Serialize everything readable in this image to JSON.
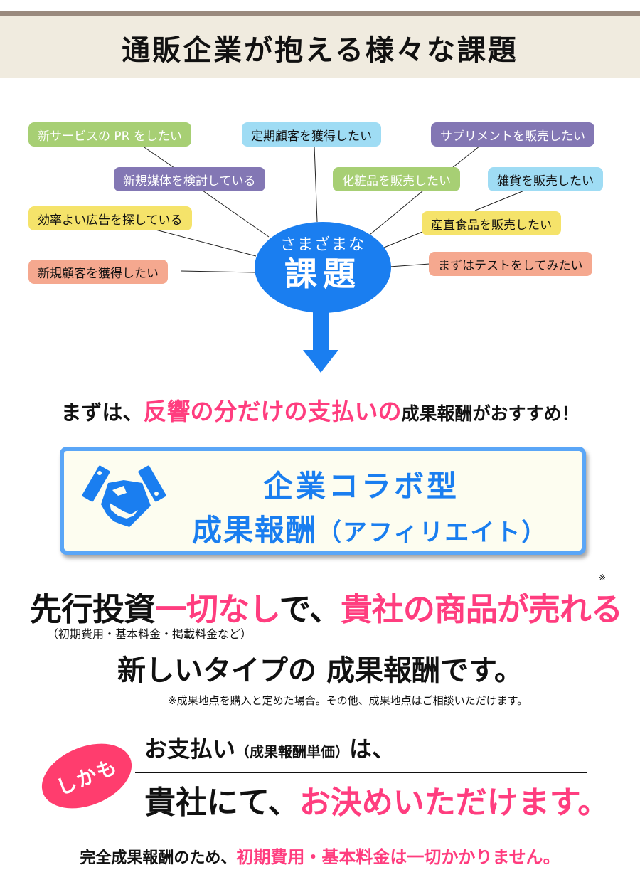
{
  "header": {
    "title": "通販企業が抱える様々な課題"
  },
  "issues": [
    {
      "label": "新サービスの PR をしたい",
      "color": "green"
    },
    {
      "label": "定期顧客を獲得したい",
      "color": "blue"
    },
    {
      "label": "サプリメントを販売したい",
      "color": "purple"
    },
    {
      "label": "新規媒体を検討している",
      "color": "purple"
    },
    {
      "label": "化粧品を販売したい",
      "color": "green"
    },
    {
      "label": "雑貨を販売したい",
      "color": "blue"
    },
    {
      "label": "効率よい広告を探している",
      "color": "yellow"
    },
    {
      "label": "産直食品を販売したい",
      "color": "yellow"
    },
    {
      "label": "新規顧客を獲得したい",
      "color": "salmon"
    },
    {
      "label": "まずはテストをしてみたい",
      "color": "salmon"
    }
  ],
  "center": {
    "small": "さまざまな",
    "big": "課題"
  },
  "recommend": {
    "prefix": "まずは、",
    "highlight": "反響の分だけの支払いの",
    "suffix": "成果報酬がおすすめ！"
  },
  "collab": {
    "icon": "handshake-icon",
    "line1": "企業コラボ型",
    "line2_main": "成果報酬",
    "line2_paren": "（アフィリエイト）"
  },
  "pitch": {
    "asterisk": "※",
    "part1": "先行投資",
    "part2": "一切なし",
    "part3": "で、",
    "part4": "貴社の商品が売れる",
    "sub": "（初期費用・基本料金・掲載料金など）",
    "line2": "新しいタイプの 成果報酬です。",
    "note": "※成果地点を購入と定めた場合。その他、成果地点はご相談いただけます。"
  },
  "shikamo": {
    "badge": "しかも",
    "pay_main": "お支払い",
    "pay_paren": "（成果報酬単価）",
    "pay_end": "は、",
    "decide_black": "貴社にて、",
    "decide_pink": "お決めいただけます。"
  },
  "footer": {
    "black": "完全成果報酬のため、",
    "pink": "初期費用・基本料金は一切かかりません。"
  },
  "colors": {
    "accent_pink": "#ff3d7f",
    "accent_blue": "#1a7ef0",
    "header_bg": "#f0ebdf"
  }
}
